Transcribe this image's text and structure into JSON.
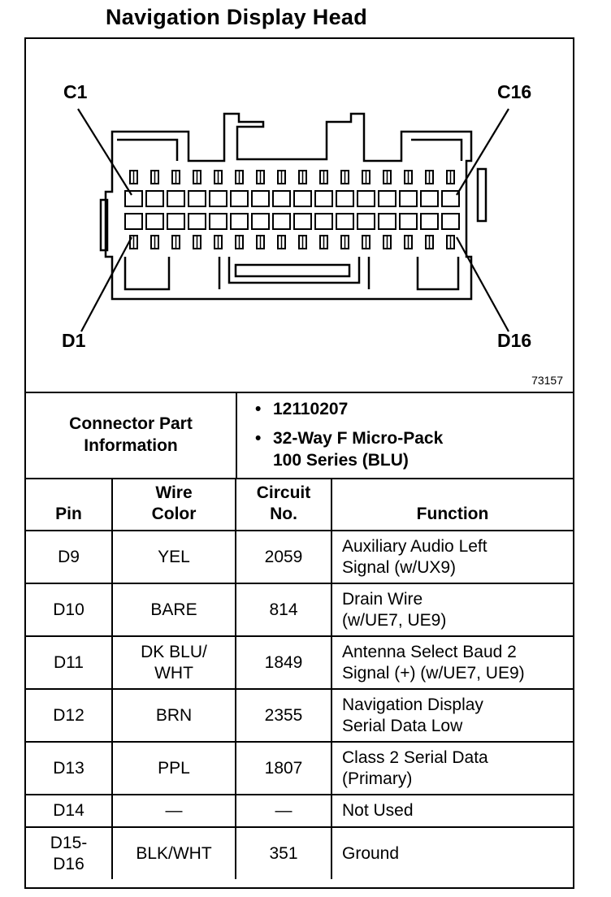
{
  "title": "Navigation Display Head",
  "diagram": {
    "labels": {
      "c1": "C1",
      "c16": "C16",
      "d1": "D1",
      "d16": "D16"
    },
    "figure_number": "73157"
  },
  "connector_info": {
    "label_line1": "Connector Part",
    "label_line2": "Information",
    "part_number": "12110207",
    "description_line1": "32-Way F Micro-Pack",
    "description_line2": "100 Series (BLU)"
  },
  "table": {
    "headers": {
      "pin": "Pin",
      "wire_color_1": "Wire",
      "wire_color_2": "Color",
      "circuit_1": "Circuit",
      "circuit_2": "No.",
      "function": "Function"
    },
    "rows": [
      {
        "pin": "D9",
        "pin2": "",
        "wire1": "YEL",
        "wire2": "",
        "circuit": "2059",
        "fn1": "Auxiliary Audio Left",
        "fn2": "Signal (w/UX9)"
      },
      {
        "pin": "D10",
        "pin2": "",
        "wire1": "BARE",
        "wire2": "",
        "circuit": "814",
        "fn1": "Drain Wire",
        "fn2": "(w/UE7, UE9)"
      },
      {
        "pin": "D11",
        "pin2": "",
        "wire1": "DK BLU/",
        "wire2": "WHT",
        "circuit": "1849",
        "fn1": "Antenna Select Baud 2",
        "fn2": "Signal (+) (w/UE7, UE9)"
      },
      {
        "pin": "D12",
        "pin2": "",
        "wire1": "BRN",
        "wire2": "",
        "circuit": "2355",
        "fn1": "Navigation Display",
        "fn2": "Serial Data Low"
      },
      {
        "pin": "D13",
        "pin2": "",
        "wire1": "PPL",
        "wire2": "",
        "circuit": "1807",
        "fn1": "Class 2 Serial Data",
        "fn2": "(Primary)"
      },
      {
        "pin": "D14",
        "pin2": "",
        "wire1": "—",
        "wire2": "",
        "circuit": "—",
        "fn1": "Not Used",
        "fn2": ""
      },
      {
        "pin": "D15-",
        "pin2": "D16",
        "wire1": "BLK/WHT",
        "wire2": "",
        "circuit": "351",
        "fn1": "Ground",
        "fn2": ""
      }
    ]
  }
}
